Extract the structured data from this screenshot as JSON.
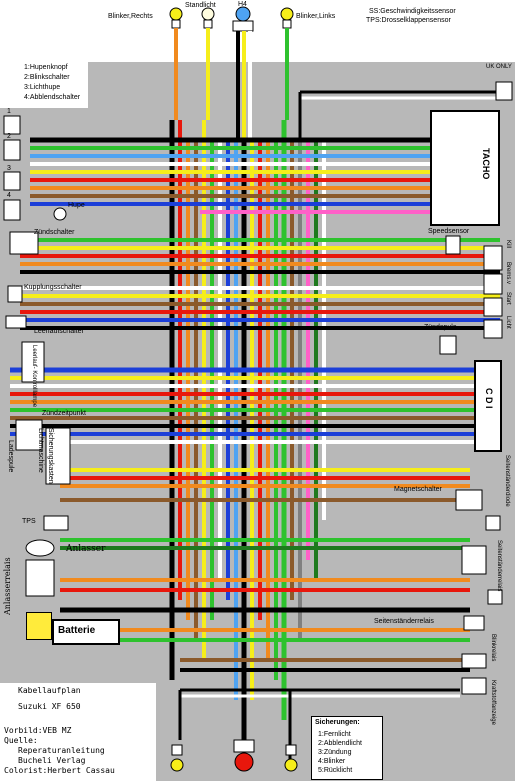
{
  "colors": {
    "background": "#b8b8b8",
    "wire_black": "#000000",
    "wire_red": "#e8170c",
    "wire_yellow": "#f6ee1a",
    "wire_green": "#2ec22e",
    "wire_blue": "#1c3fd8",
    "wire_lightblue": "#4ea3f2",
    "wire_orange": "#f18a1e",
    "wire_brown": "#8b5a2b",
    "wire_white": "#ffffff",
    "wire_pink": "#ff60c8",
    "wire_gray": "#808080",
    "wire_darkgreen": "#1e7a1e"
  },
  "top": {
    "blinker_rechts": "Blinker,Rechts",
    "standlicht": "Standlicht",
    "h4": "H4",
    "blinker_links": "Blinker,Links"
  },
  "sensors_legend": {
    "ss": "SS:Geschwindigkeitssensor",
    "tps": "TPS:Drosselklappensensor"
  },
  "switch_legend": {
    "item1": "1:Hupenknopf",
    "item2": "2:Blinkschalter",
    "item3": "3:Lichthupe",
    "item4": "4:Abblendschalter"
  },
  "left_labels": {
    "n1": "1",
    "n2": "2",
    "n3": "3",
    "n4": "4",
    "hupe": "Hupe",
    "zuendschalter": "Zündschalter",
    "kupplungsschalter": "Kupplungsschalter",
    "leerlaufschalter": "Leerlaufschalter",
    "zuendzeitpunkt": "Zündzeitpunkt",
    "ladespule": "Ladespule",
    "lichtmaschine": "Lichtmaschine",
    "sicherungskasten": "Sicherungskasten",
    "tps": "TPS",
    "anlasser": "Anlasser",
    "anlasserrelais": "Anlasserrelais",
    "batterie": "Batterie",
    "leerlauf_small": "Leerlauf- Kontrolllampe"
  },
  "right_labels": {
    "uk_only": "UK ONLY",
    "tacho": "TACHO",
    "speedsensor": "Speedsensor",
    "kill": "Kill",
    "bremsl": "Brems.v",
    "start": "Start",
    "licht": "Licht",
    "zuendspule": "Zündspule",
    "cdi": "C D I",
    "magnetschalter": "Magnetschalter",
    "seitenstaenderdiode": "Seitenständerdiode",
    "blinkerrelais": "Seitenständerrelais",
    "seitenstaenderrelais": "Seitenständerrelais",
    "blinkrelais": "Blinkrelais",
    "kraftstoffanzeige": "Kraftstoffanzeige"
  },
  "info": {
    "line1": "Kabellaufplan",
    "line2": "Suzuki XF 650",
    "line3": "Vorbild:VEB MZ",
    "line4": "Quelle:",
    "line5": "Reperaturanleitung",
    "line6": "Bucheli Verlag",
    "line7": "Colorist:Herbert Cassau"
  },
  "fuses": {
    "title": "Sicherungen:",
    "f1": "1:Fernlicht",
    "f2": "2:Abblendlicht",
    "f3": "3:Zündung",
    "f4": "4:Blinker",
    "f5": "5:Rücklicht"
  }
}
